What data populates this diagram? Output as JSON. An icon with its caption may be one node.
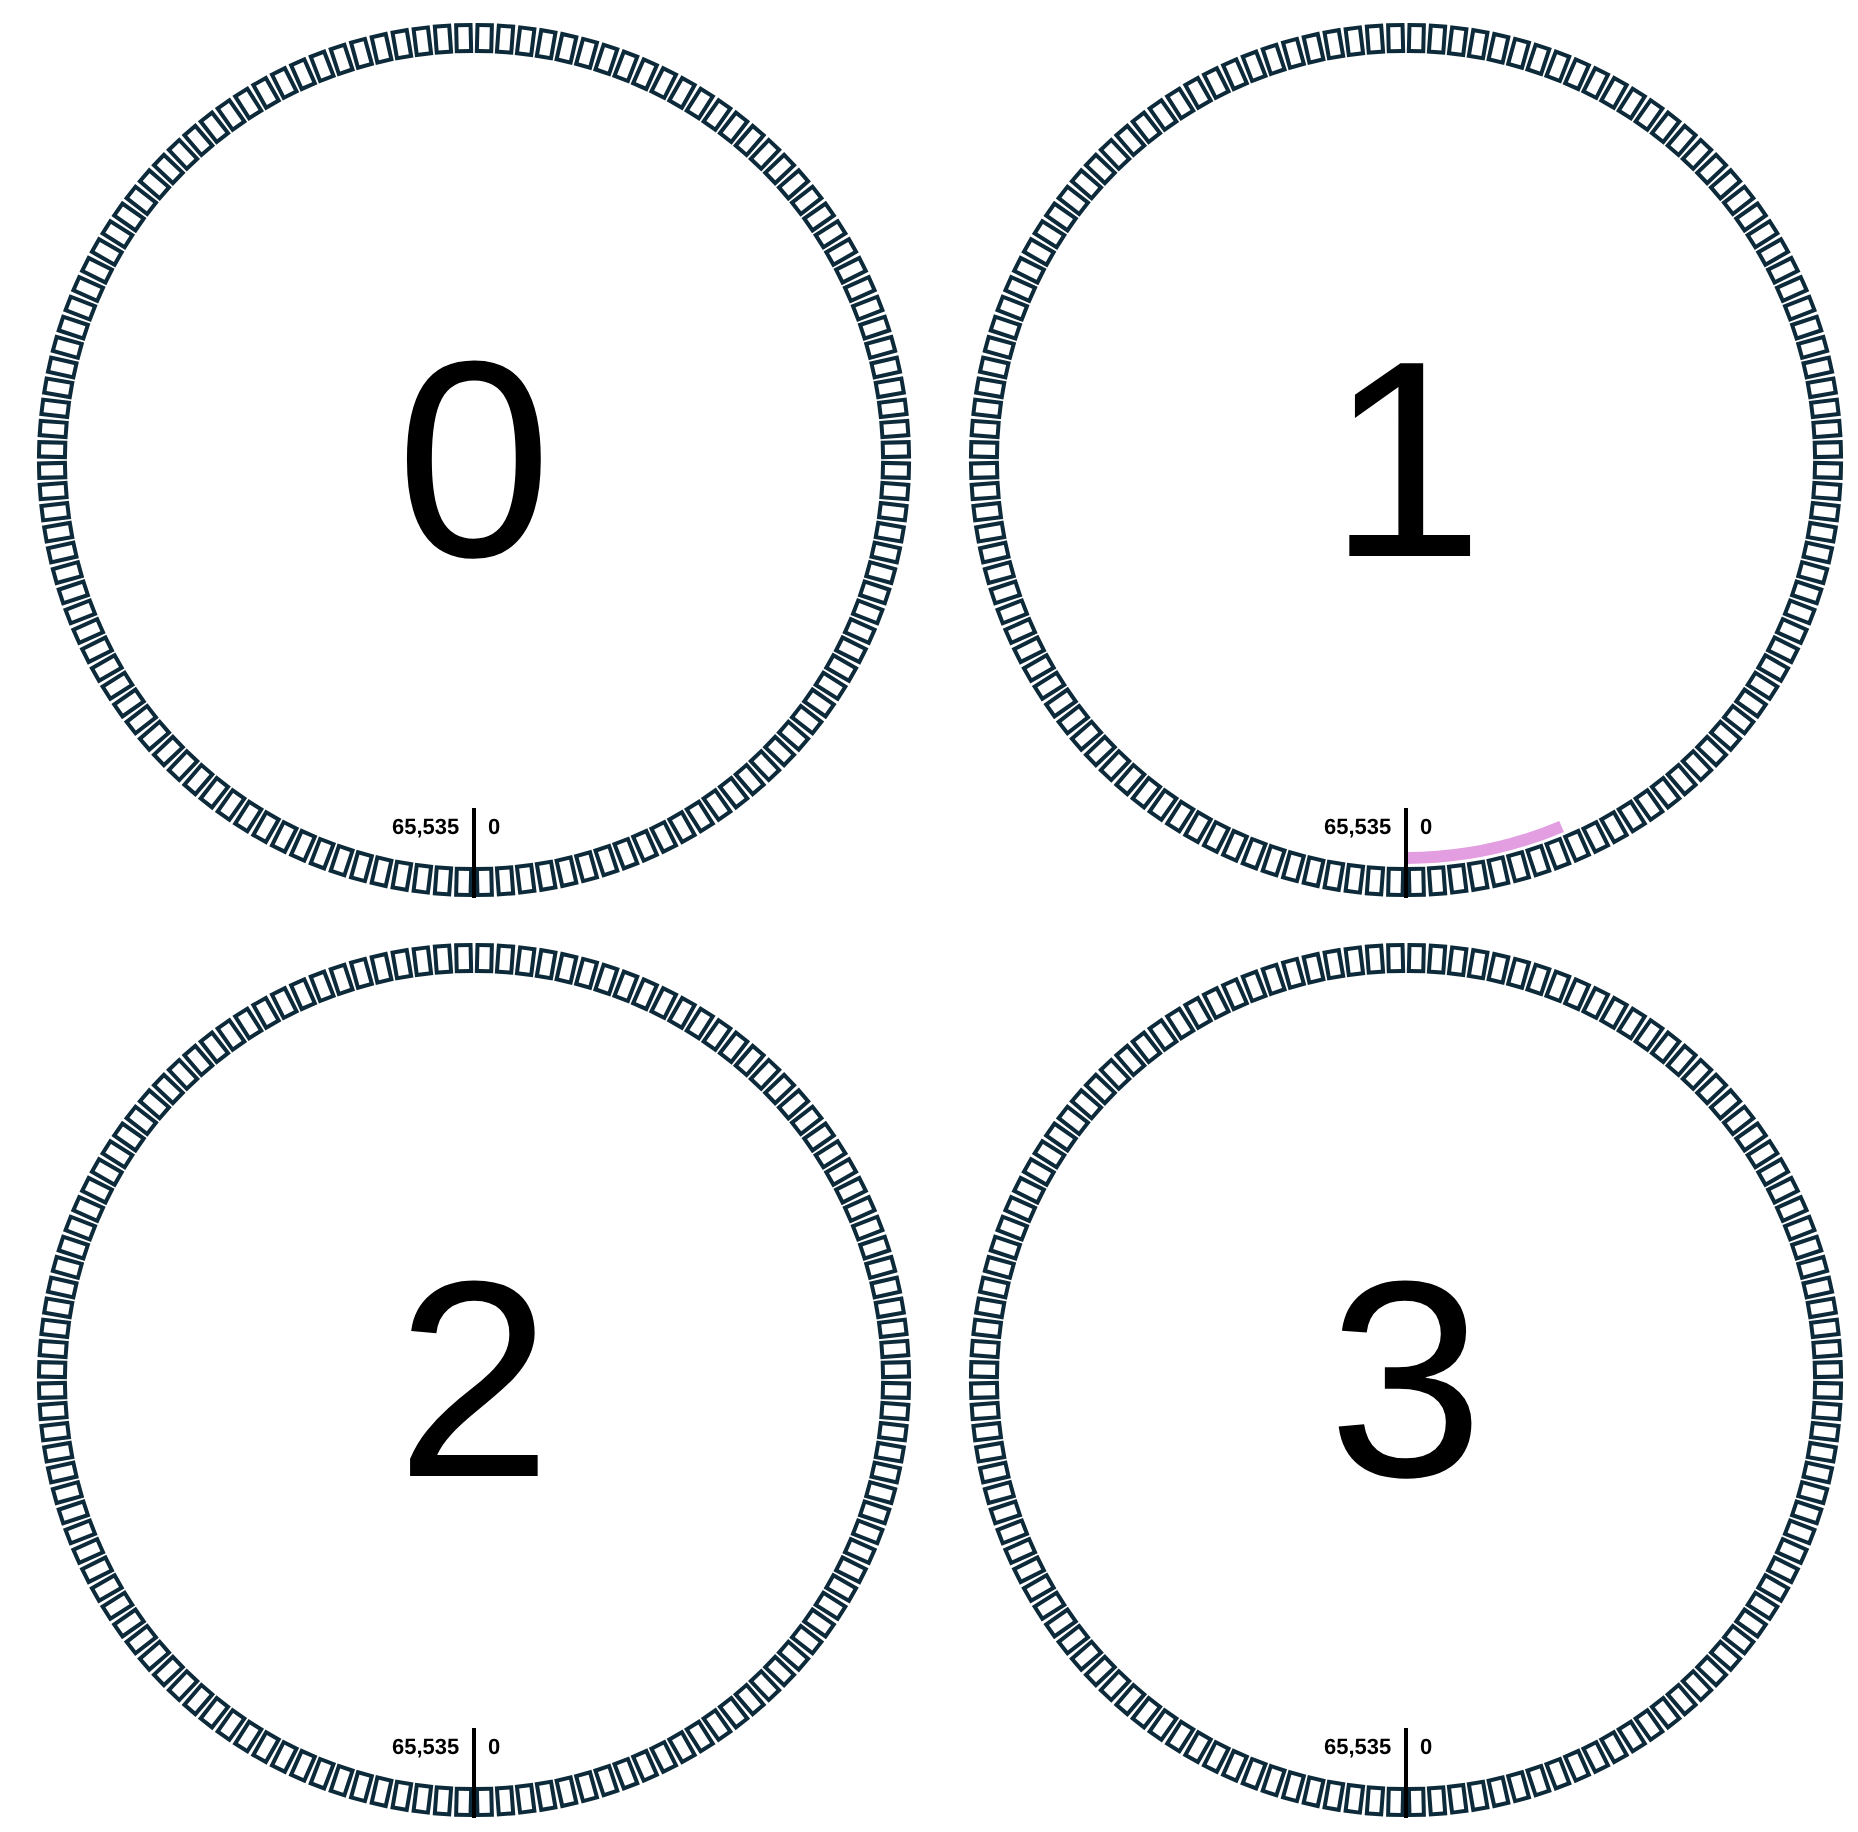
{
  "diagram": {
    "nodes": [
      {
        "text": [
          "0"
        ]
      },
      {
        "text": [
          "1"
        ]
      },
      {
        "text": [
          "2"
        ]
      },
      {
        "text": [
          "3"
        ]
      }
    ],
    "labels": [
      "65,535",
      "0",
      "65,535",
      "0",
      "65,535",
      "0",
      "65,535",
      "0"
    ]
  }
}
